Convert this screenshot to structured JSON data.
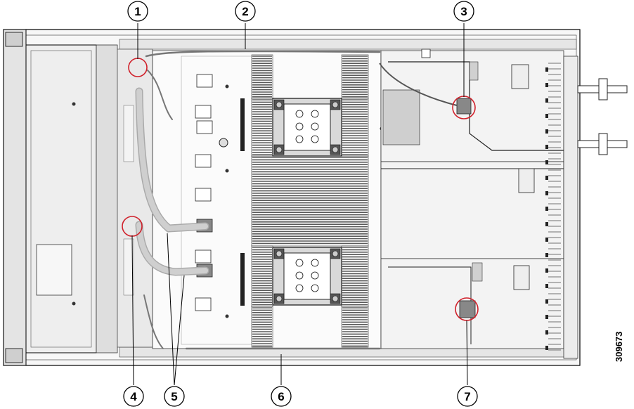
{
  "figure_id": "309673",
  "callouts": [
    {
      "label": "1"
    },
    {
      "label": "2"
    },
    {
      "label": "3"
    },
    {
      "label": "4"
    },
    {
      "label": "5"
    },
    {
      "label": "6"
    },
    {
      "label": "7"
    }
  ],
  "colors": {
    "line": "#000000",
    "highlight": "#d0202a",
    "metal_light": "#f2f2f2",
    "metal_mid": "#d9d9d9",
    "metal_dark": "#9a9a9a",
    "cable": "#bfbfbf",
    "dimm": "#5a5a5a"
  }
}
